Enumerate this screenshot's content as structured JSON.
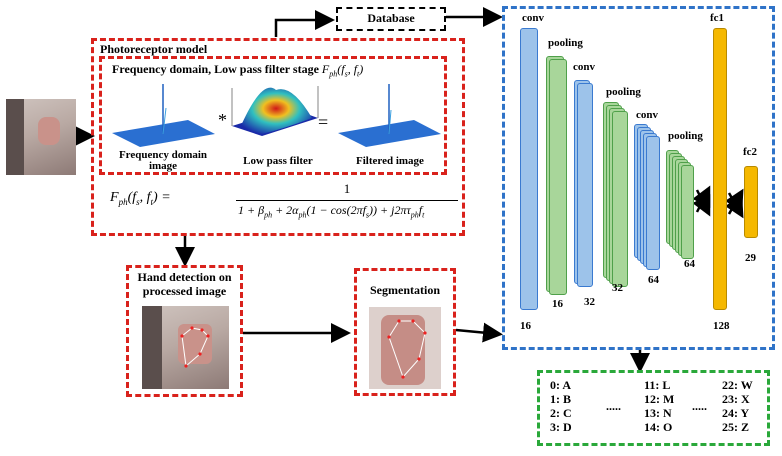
{
  "database": {
    "label": "Database"
  },
  "photoreceptor": {
    "title": "Photoreceptor model",
    "stage_title": "Frequency domain, Low pass filter stage ",
    "stage_symbol": "F",
    "stage_sub": "ph",
    "stage_args": "(f",
    "stage_args_s": "s",
    "stage_args_rest": ", f",
    "stage_args_t": "t",
    "stage_args_close": ")",
    "img1_label": "Frequency domain image",
    "img2_label": "Low pass filter",
    "img3_label": "Filtered image",
    "op_multiply": "*",
    "op_equals": "=",
    "formula_lhs": "F",
    "formula_lhs_sub": "ph",
    "formula_lhs_args": "(f",
    "formula_lhs_s": "s",
    "formula_lhs_rest": ", f",
    "formula_lhs_t": "t",
    "formula_lhs_close": ") =",
    "formula_num": "1",
    "formula_den": "1 + β",
    "formula_den_sub1": "ph",
    "formula_den_mid": " + 2α",
    "formula_den_sub2": "ph",
    "formula_den_cos": "(1 − cos(2πf",
    "formula_den_s": "s",
    "formula_den_close": ")) + j2πτ",
    "formula_den_sub3": "ph",
    "formula_den_f": "f",
    "formula_den_t": "t"
  },
  "hand_detection": {
    "label_line1": "Hand detection on",
    "label_line2": "processed image"
  },
  "segmentation": {
    "label": "Segmentation"
  },
  "cnn": {
    "layers": [
      {
        "name": "conv",
        "size": "16"
      },
      {
        "name": "pooling",
        "size": "16"
      },
      {
        "name": "conv",
        "size": "32"
      },
      {
        "name": "pooling",
        "size": "32"
      },
      {
        "name": "conv",
        "size": "64"
      },
      {
        "name": "pooling",
        "size": "64"
      },
      {
        "name": "fc1",
        "size": "128"
      },
      {
        "name": "fc2",
        "size": "29"
      }
    ]
  },
  "classes": {
    "col1": [
      "0: A",
      "1: B",
      "2: C",
      "3: D"
    ],
    "col2": [
      "11: L",
      "12: M",
      "13: N",
      "14: O"
    ],
    "col3": [
      "22: W",
      "23: X",
      "24: Y",
      "25: Z"
    ],
    "ellipsis": "....."
  },
  "colors": {
    "red": "#d9221c",
    "blue": "#2f73c8",
    "green": "#2aa83a",
    "conv_fill": "#9dc3ea",
    "pool_fill": "#a8d69a",
    "fc_fill": "#f5b800"
  }
}
